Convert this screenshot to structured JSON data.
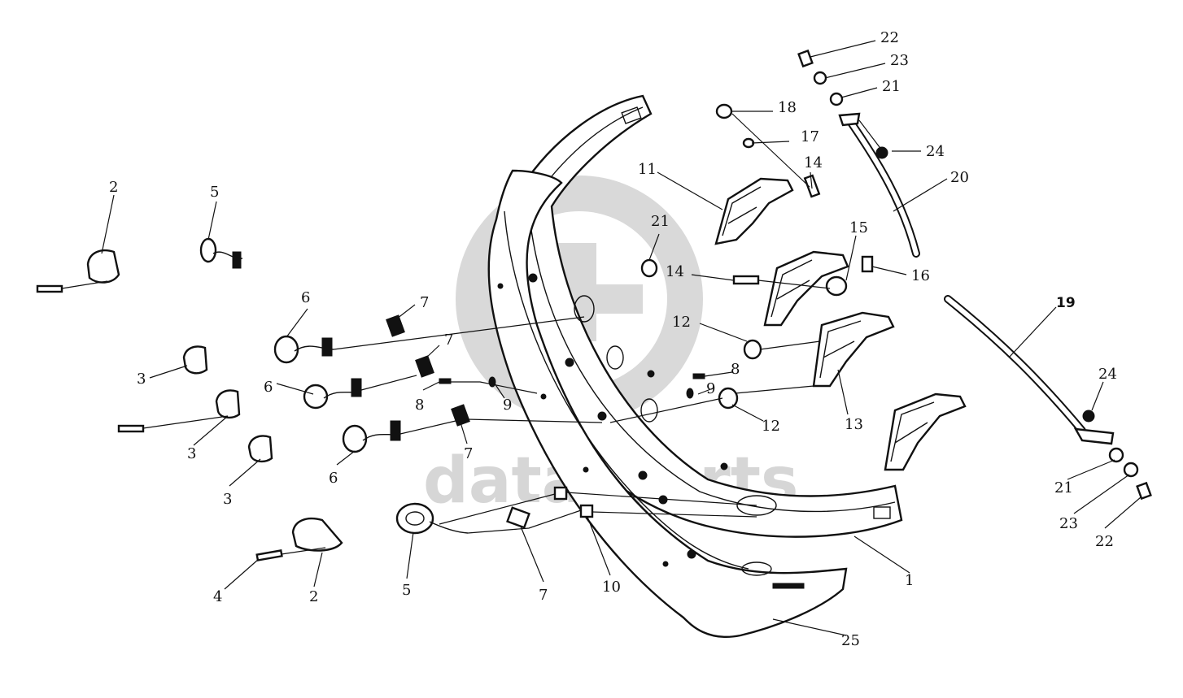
{
  "diagram": {
    "part_labels": {
      "p1": "1",
      "p2a": "2",
      "p2b": "2",
      "p3a": "3",
      "p3b": "3",
      "p3c": "3",
      "p4": "4",
      "p5a": "5",
      "p5b": "5",
      "p6a": "6",
      "p6b": "6",
      "p6c": "6",
      "p7a": "7",
      "p7b": "7",
      "p7c": "7",
      "p7d": "7",
      "p8a": "8",
      "p8b": "8",
      "p9a": "9",
      "p9b": "9",
      "p10": "10",
      "p11": "11",
      "p12a": "12",
      "p12b": "12",
      "p13": "13",
      "p14a": "14",
      "p14b": "14",
      "p15": "15",
      "p16": "16",
      "p17": "17",
      "p18": "18",
      "p19": "19",
      "p20": "20",
      "p21a": "21",
      "p21b": "21",
      "p21c": "21",
      "p22a": "22",
      "p22b": "22",
      "p23a": "23",
      "p23b": "23",
      "p24a": "24",
      "p24b": "24",
      "p25": "25"
    },
    "watermark": {
      "text": "data-parts",
      "color": "#d6d6d6"
    }
  }
}
